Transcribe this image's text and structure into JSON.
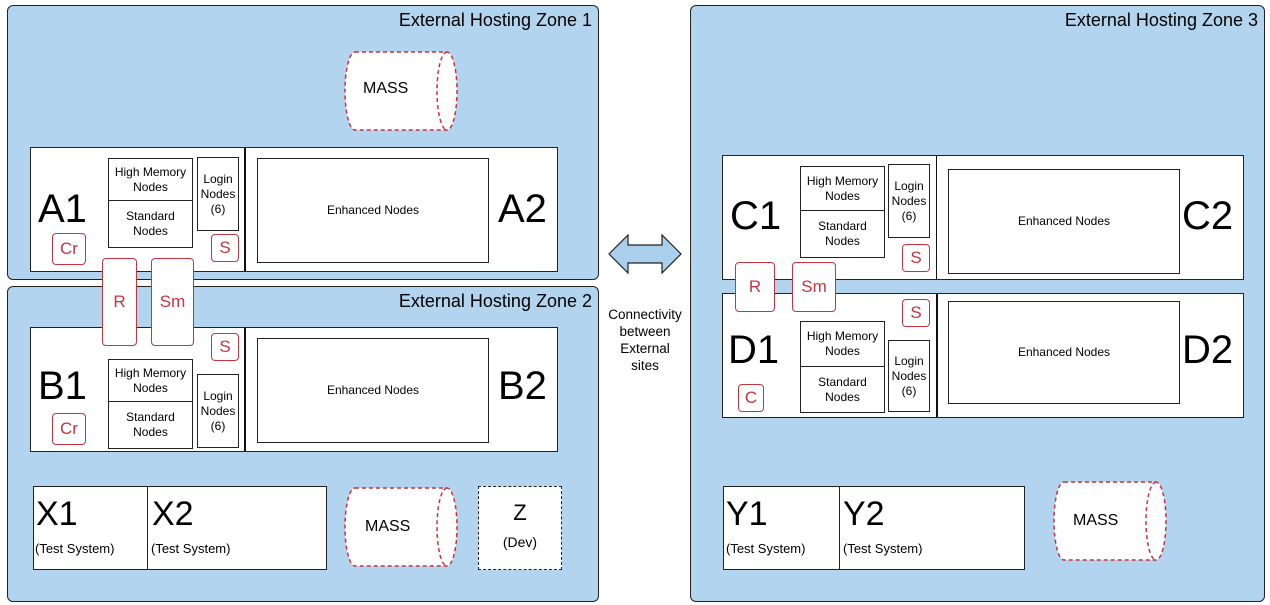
{
  "zones": {
    "z1": {
      "title": "External Hosting Zone 1"
    },
    "z2": {
      "title": "External Hosting Zone 2"
    },
    "z3": {
      "title": "External Hosting Zone 3"
    }
  },
  "storage": {
    "mass_label": "MASS"
  },
  "node_labels": {
    "high_memory": [
      "High Memory",
      "Nodes"
    ],
    "standard": [
      "Standard",
      "Nodes"
    ],
    "login": [
      "Login",
      "Nodes",
      "(6)"
    ],
    "enhanced": "Enhanced Nodes"
  },
  "clusters": {
    "a1": "A1",
    "a2": "A2",
    "b1": "B1",
    "b2": "B2",
    "c1": "C1",
    "c2": "C2",
    "d1": "D1",
    "d2": "D2"
  },
  "services": {
    "cr": "Cr",
    "s": "S",
    "r": "R",
    "sm": "Sm",
    "c": "C"
  },
  "connectivity": {
    "label": [
      "Connectivity",
      "between",
      "External",
      "sites"
    ]
  },
  "test_systems": {
    "x1": "X1",
    "x2": "X2",
    "y1": "Y1",
    "y2": "Y2",
    "subtitle": "(Test System)"
  },
  "dev": {
    "title": "Z",
    "subtitle": "(Dev)"
  },
  "colors": {
    "zone_fill": "#b3d4ee",
    "service_accent": "#c8333f",
    "arrow_fill": "#a9cfec"
  }
}
